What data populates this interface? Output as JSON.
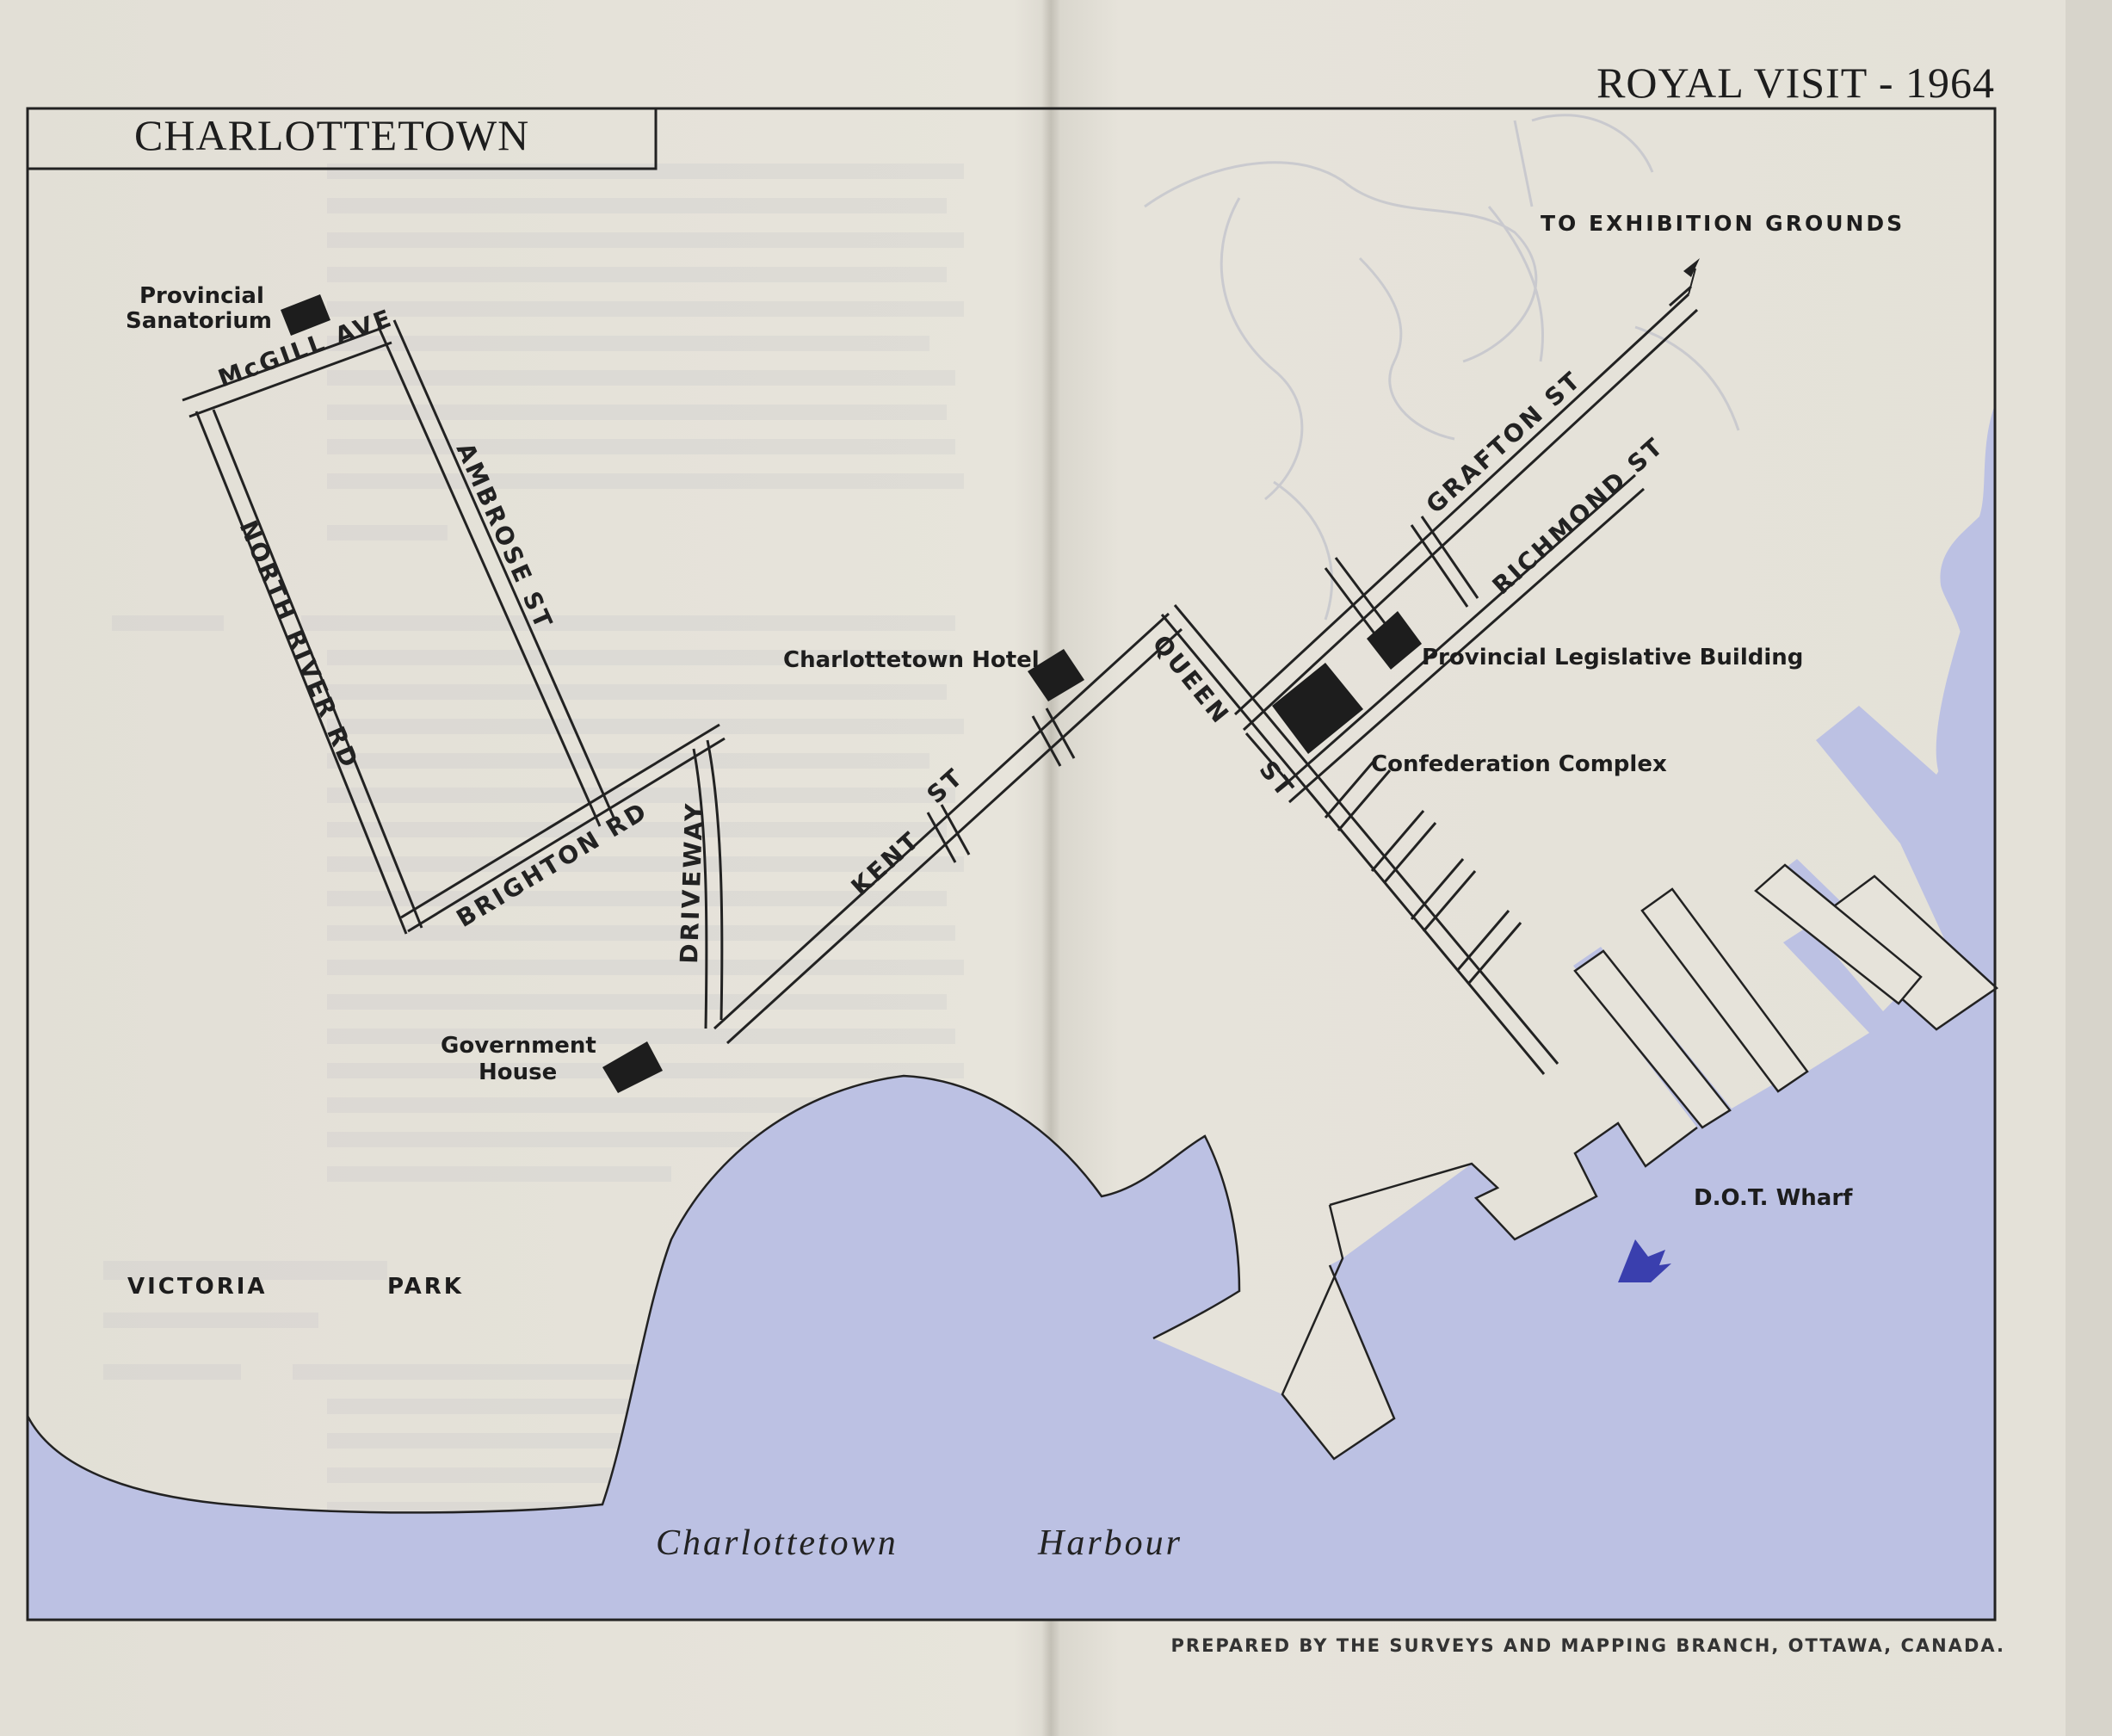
{
  "header": {
    "title": "ROYAL VISIT - 1964",
    "city": "CHARLOTTETOWN"
  },
  "streets": {
    "mcgill": "McGILL AVE",
    "ambrose": "AMBROSE ST",
    "north_river": "NORTH RIVER RD",
    "brighton": "BRIGHTON RD",
    "driveway": "DRIVEWAY",
    "kent": "KENT",
    "kent_st": "ST",
    "queen": "QUEEN",
    "queen_st": "ST",
    "grafton": "GRAFTON ST",
    "richmond": "RICHMOND ST"
  },
  "places": {
    "sanatorium_line1": "Provincial",
    "sanatorium_line2": "Sanatorium",
    "hotel": "Charlottetown Hotel",
    "legislative": "Provincial Legislative Building",
    "confederation": "Confederation Complex",
    "government_line1": "Government",
    "government_line2": "House",
    "dot_wharf": "D.O.T. Wharf",
    "victoria": "VICTORIA",
    "park": "PARK",
    "exhibition": "TO EXHIBITION GROUNDS"
  },
  "water": {
    "harbour_word1": "Charlottetown",
    "harbour_word2": "Harbour"
  },
  "footer": {
    "credit": "PREPARED BY THE SURVEYS AND MAPPING BRANCH, OTTAWA, CANADA."
  },
  "colors": {
    "water": "#bcc1e3",
    "ink": "#222222",
    "paper": "#e4e1d8",
    "ship": "#3a3fae"
  }
}
